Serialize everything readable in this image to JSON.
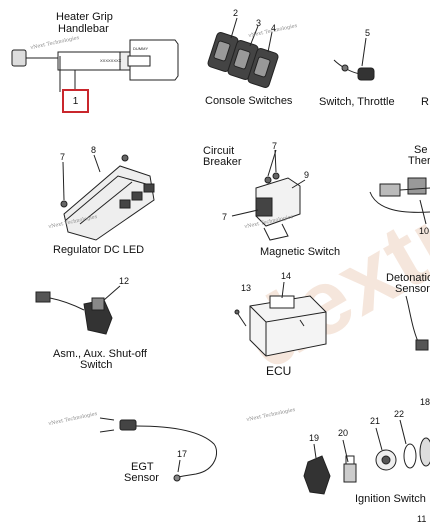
{
  "watermark": {
    "large": "dextrem",
    "small": "vNext Technologies"
  },
  "labels": {
    "heater_grip_line1": "Heater Grip",
    "heater_grip_line2": "Handlebar",
    "console_switches": "Console Switches",
    "switch_throttle": "Switch, Throttle",
    "cut_r": "R",
    "circuit_breaker_line1": "Circuit",
    "circuit_breaker_line2": "Breaker",
    "sensor_thermo_line1": "Se",
    "sensor_thermo_line2": "Ther",
    "regulator_dc_led": "Regulator DC LED",
    "magnetic_switch": "Magnetic Switch",
    "detonation_line1": "Detonatio",
    "detonation_line2": "Sensor",
    "aux_shutoff_line1": "Asm., Aux. Shut-off",
    "aux_shutoff_line2": "Switch",
    "ecu": "ECU",
    "egt_line1": "EGT",
    "egt_line2": "Sensor",
    "ignition_switch": "Ignition Switch",
    "page_number": "11"
  },
  "callouts": {
    "n1": "1",
    "n2": "2",
    "n3": "3",
    "n4": "4",
    "n5": "5",
    "n7a": "7",
    "n8": "8",
    "n7b": "7",
    "n9": "9",
    "n7c": "7",
    "n10": "10",
    "n12": "12",
    "n13": "13",
    "n14": "14",
    "n17": "17",
    "n18": "18",
    "n19": "19",
    "n20": "20",
    "n21": "21",
    "n22": "22"
  },
  "part_marks": {
    "heater_tag_a": "DUMMY",
    "heater_tag_b": "XXXXXXXX"
  }
}
